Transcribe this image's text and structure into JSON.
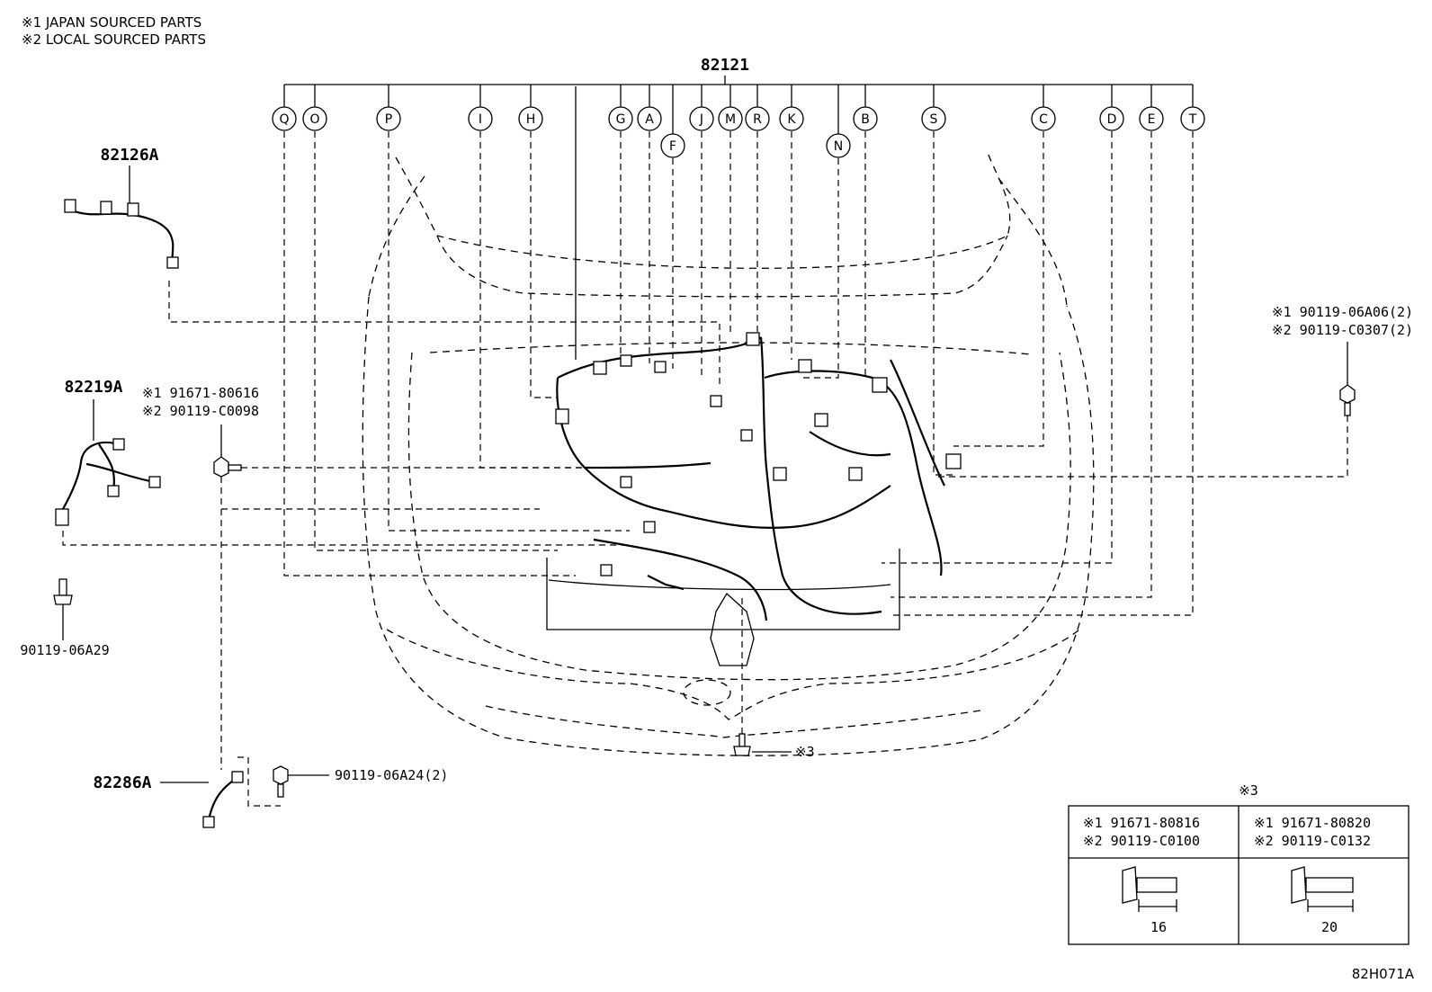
{
  "notes": {
    "line1": "※1 JAPAN SOURCED PARTS",
    "line2": "※2 LOCAL SOURCED PARTS"
  },
  "main_part": {
    "number": "82121"
  },
  "callouts": [
    "Q",
    "O",
    "P",
    "I",
    "H",
    "G",
    "A",
    "F",
    "J",
    "M",
    "R",
    "K",
    "N",
    "B",
    "S",
    "C",
    "D",
    "E",
    "T"
  ],
  "parts": {
    "p82126A": "82126A",
    "p82219A": "82219A",
    "p82286A": "82286A"
  },
  "bolts": {
    "left_upper_1": "※1 91671-80616",
    "left_upper_2": "※2 90119-C0098",
    "left_lower": "90119-06A29",
    "bottom": "90119-06A24(2)",
    "right_1": "※1 90119-06A06(2)",
    "right_2": "※2 90119-C0307(2)",
    "ref3": "※3"
  },
  "table": {
    "title": "※3",
    "left_1": "※1 91671-80816",
    "left_2": "※2 90119-C0100",
    "left_dim": "16",
    "right_1": "※1 91671-80820",
    "right_2": "※2 90119-C0132",
    "right_dim": "20"
  },
  "diagram_code": "82H071A"
}
